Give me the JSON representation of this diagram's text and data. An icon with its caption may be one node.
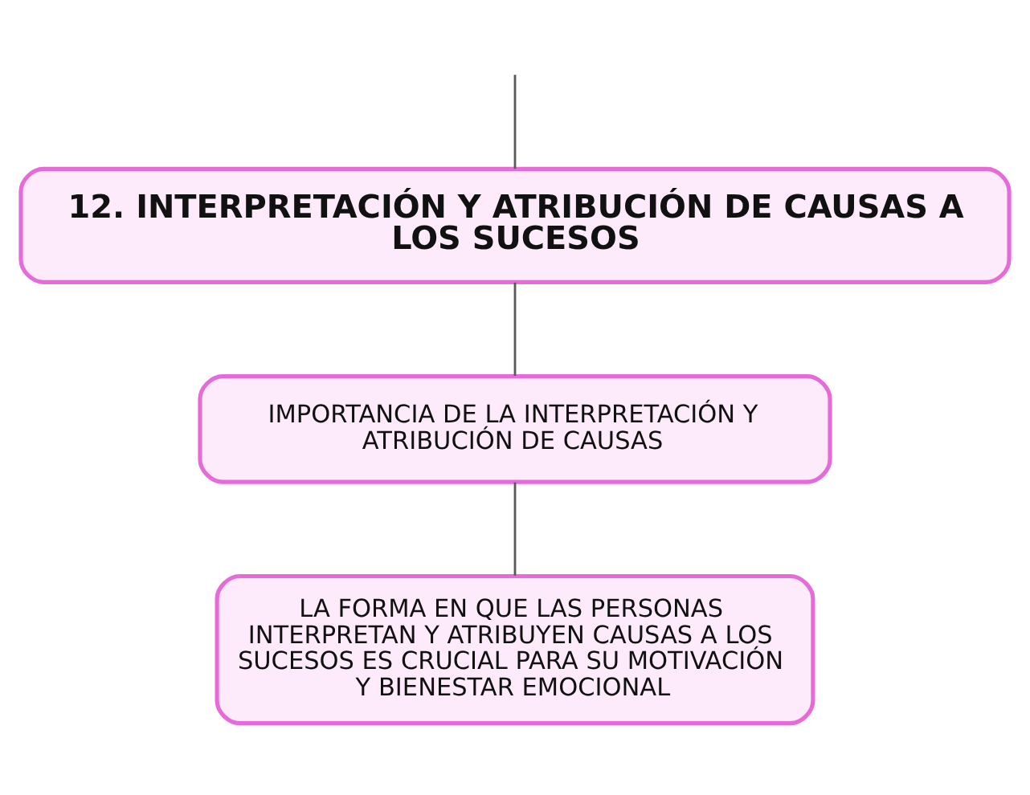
{
  "diagram": {
    "nodes": [
      {
        "text": [
          "12. INTERPRETACIÓN Y ATRIBUCIÓN DE CAUSAS A LOS SUCESOS"
        ]
      },
      {
        "text": [
          "IMPORTANCIA DE LA INTERPRETACIÓN Y ATRIBUCIÓN DE CAUSAS"
        ]
      },
      {
        "text": [
          "LA FORMA EN QUE LAS PERSONAS INTERPRETAN Y ATRIBUYEN CAUSAS A LOS SUCESOS ES CRUCIAL PARA SU MOTIVACIÓN Y BIENESTAR EMOCIONAL"
        ]
      }
    ],
    "edges": [
      {
        "from": null,
        "to": 0,
        "arrow": "none"
      },
      {
        "from": 0,
        "to": 1,
        "arrow": "none"
      },
      {
        "from": 1,
        "to": 2,
        "arrow": "none"
      }
    ]
  }
}
